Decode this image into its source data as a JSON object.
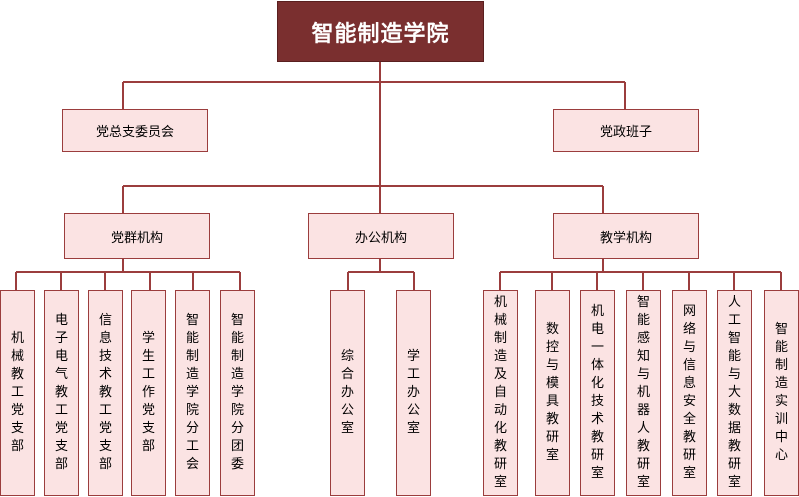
{
  "root": {
    "label": "智能制造学院"
  },
  "level1": {
    "left": {
      "label": "党总支委员会"
    },
    "right": {
      "label": "党政班子"
    }
  },
  "level2": {
    "left": {
      "label": "党群机构"
    },
    "center": {
      "label": "办公机构"
    },
    "right": {
      "label": "教学机构"
    }
  },
  "party_units": [
    {
      "label": "机械教工党支部"
    },
    {
      "label": "电子电气教工党支部"
    },
    {
      "label": "信息技术教工党支部"
    },
    {
      "label": "学生工作党支部"
    },
    {
      "label": "智能制造学院分工会"
    },
    {
      "label": "智能制造学院分团委"
    }
  ],
  "office_units": [
    {
      "label": "综合办公室"
    },
    {
      "label": "学工办公室"
    }
  ],
  "teaching_units": [
    {
      "label": "机械制造及自动化教研室"
    },
    {
      "label": "数控与模具教研室"
    },
    {
      "label": "机电一体化技术教研室"
    },
    {
      "label": "智能感知与机器人教研室"
    },
    {
      "label": "网络与信息安全教研室"
    },
    {
      "label": "人工智能与大数据教研室"
    },
    {
      "label": "智能制造实训中心"
    }
  ],
  "colors": {
    "line": "#9b3d3d",
    "box_fill": "#fbe3e3",
    "root_fill": "#7a2f2f"
  }
}
